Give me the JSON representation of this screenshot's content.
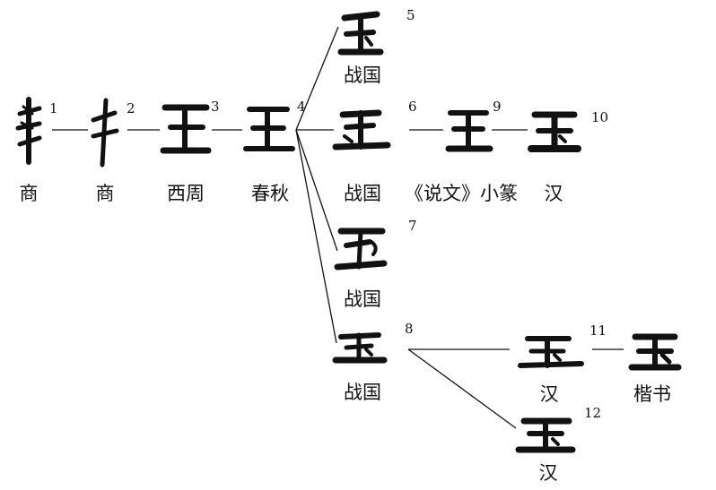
{
  "nodes": [
    {
      "id": "1",
      "number": "1",
      "label": "商"
    },
    {
      "id": "2",
      "number": "2",
      "label": "商"
    },
    {
      "id": "3",
      "number": "3",
      "label": "西周"
    },
    {
      "id": "4",
      "number": "4",
      "label": "春秋"
    },
    {
      "id": "5",
      "number": "5",
      "label": "战国"
    },
    {
      "id": "6",
      "number": "6",
      "label": "战国"
    },
    {
      "id": "9",
      "number": "9",
      "label": "《说文》小篆"
    },
    {
      "id": "10",
      "number": "10",
      "label": "汉"
    },
    {
      "id": "7",
      "number": "7",
      "label": "战国"
    },
    {
      "id": "8",
      "number": "8",
      "label": "战国"
    },
    {
      "id": "11",
      "number": "11",
      "label": "汉"
    },
    {
      "id": "11b",
      "number": "",
      "label": "楷书"
    },
    {
      "id": "12",
      "number": "12",
      "label": "汉"
    }
  ],
  "edges": [
    [
      "1",
      "2"
    ],
    [
      "2",
      "3"
    ],
    [
      "3",
      "4"
    ],
    [
      "4",
      "5"
    ],
    [
      "4",
      "6"
    ],
    [
      "6",
      "9"
    ],
    [
      "9",
      "10"
    ],
    [
      "4",
      "7"
    ],
    [
      "4",
      "8"
    ],
    [
      "8",
      "11"
    ],
    [
      "11",
      "11b"
    ],
    [
      "8",
      "12"
    ]
  ],
  "glyph_icons": {
    "1": "jade-oracle-bone-glyph-icon",
    "2": "jade-oracle-bone-variant-glyph-icon",
    "3": "jade-western-zhou-glyph-icon",
    "4": "jade-spring-autumn-glyph-icon",
    "5": "jade-warring-states-glyph-icon",
    "6": "jade-warring-states-glyph-icon",
    "9": "jade-small-seal-glyph-icon",
    "10": "jade-han-glyph-icon",
    "7": "jade-warring-states-variant-glyph-icon",
    "8": "jade-warring-states-dotted-glyph-icon",
    "11": "jade-han-dotted-glyph-icon",
    "11b": "jade-regular-script-glyph-icon",
    "12": "jade-han-variant-glyph-icon"
  }
}
